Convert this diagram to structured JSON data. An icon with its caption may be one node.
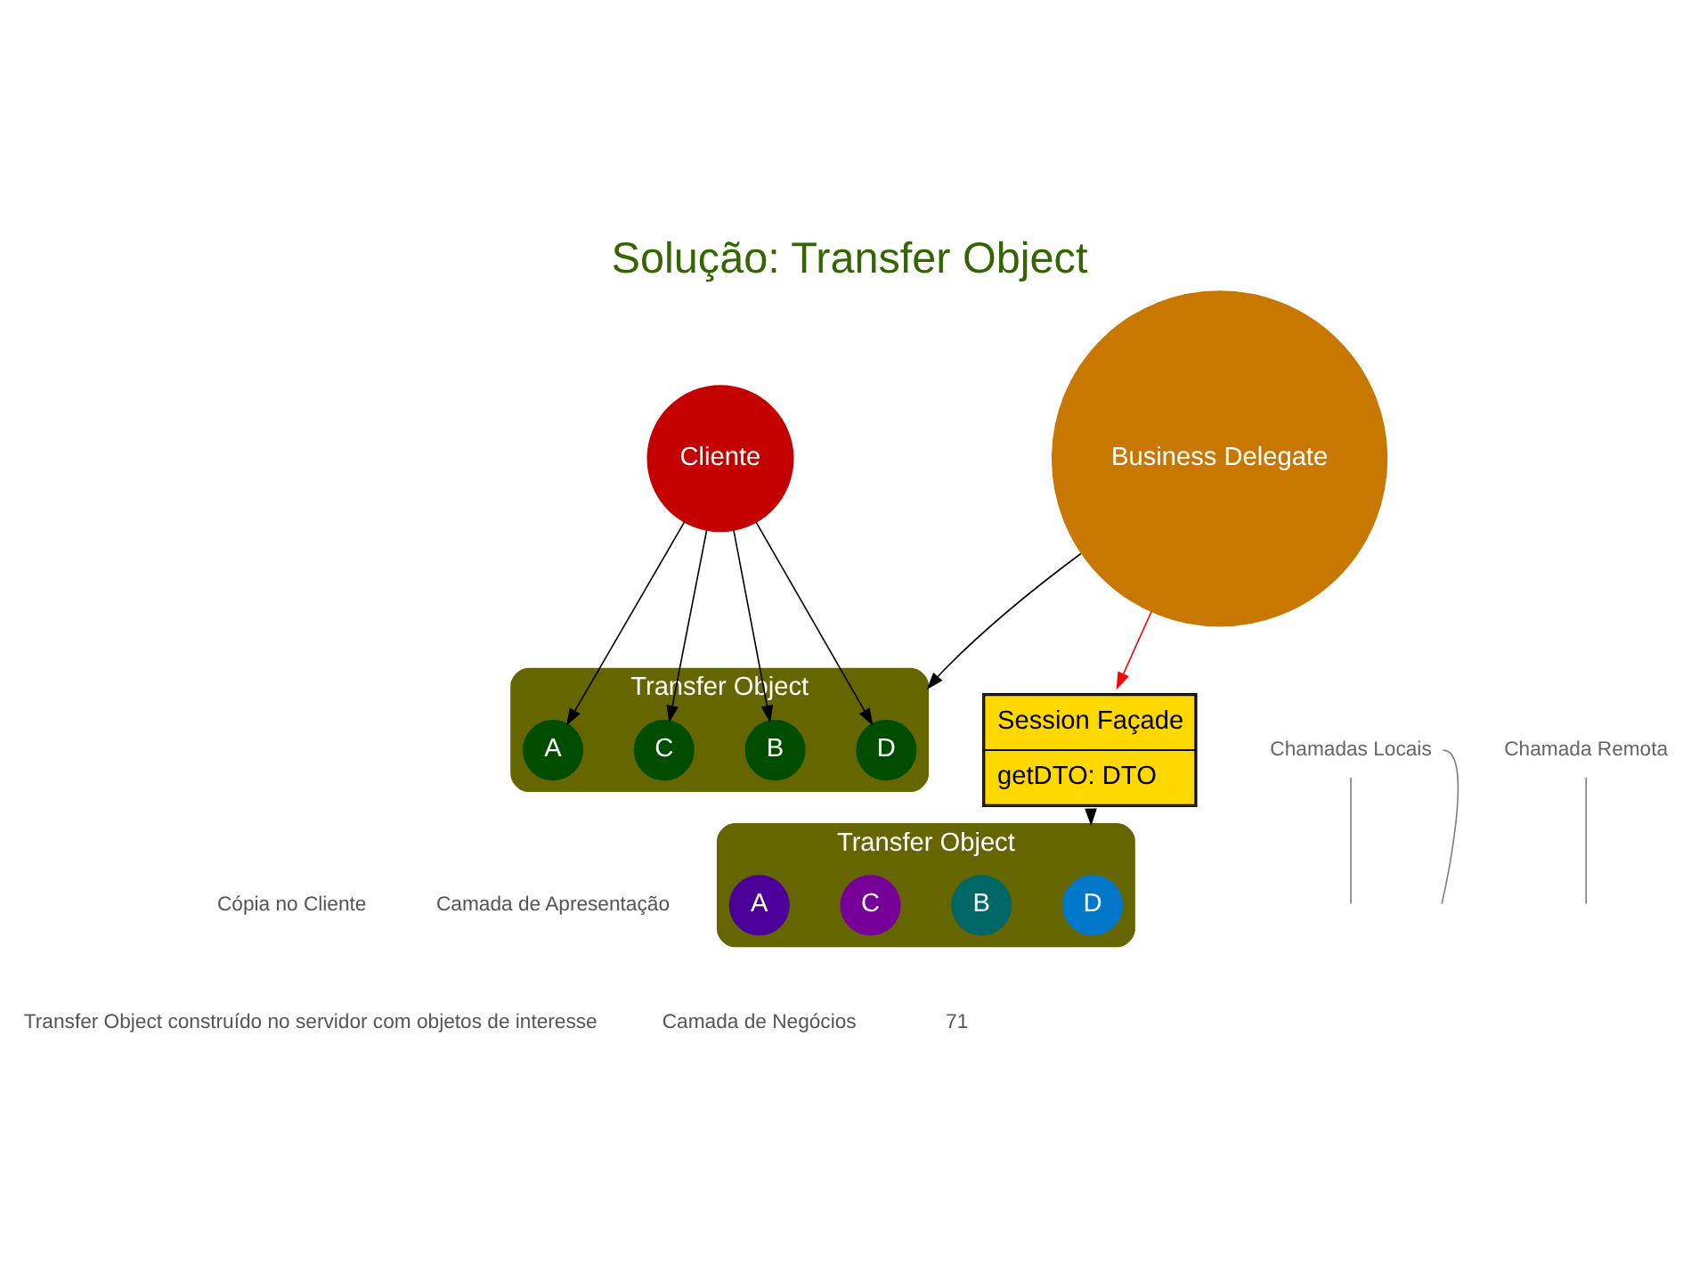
{
  "diagram": {
    "title": "Solução: Transfer Object",
    "nodes": [
      {
        "text": [
          "Business Delegate"
        ]
      },
      {
        "text": [
          "Transfer Object"
        ]
      },
      {
        "text": [
          "D"
        ],
        "in": 1
      },
      {
        "text": [
          "B"
        ],
        "in": 1
      },
      {
        "text": [
          "C"
        ],
        "in": 1
      },
      {
        "text": [
          "A"
        ],
        "in": 1
      },
      {
        "text": [
          "Cliente"
        ]
      },
      {
        "text": [
          "Session Façade",
          "getDTO: DTO"
        ]
      },
      {
        "text": [
          "Transfer Object"
        ]
      },
      {
        "text": [
          "D"
        ],
        "in": 8
      },
      {
        "text": [
          "B"
        ],
        "in": 8
      },
      {
        "text": [
          "C"
        ],
        "in": 8
      },
      {
        "text": [
          "A"
        ],
        "in": 8
      },
      {
        "text": [
          "Chamadas Locais"
        ]
      },
      {
        "text": [
          "Chamada Remota"
        ]
      }
    ],
    "edges": [
      {
        "from": 0,
        "to": 1,
        "arrow": "to"
      },
      {
        "from": 6,
        "to": 2,
        "arrow": "to"
      },
      {
        "from": 6,
        "to": 4,
        "arrow": "to"
      },
      {
        "from": 6,
        "to": 3,
        "arrow": "to"
      },
      {
        "from": 6,
        "to": 5,
        "arrow": "to"
      },
      {
        "from": 0,
        "to": 7,
        "arrow": "to",
        "color": "#ff0000"
      },
      {
        "from": 7,
        "to": 8,
        "arrow": "to"
      },
      {
        "from": 13,
        "to": null,
        "arrow": "none",
        "color": "#808080"
      },
      {
        "from": 13,
        "to": null,
        "arrow": "none",
        "color": "#808080"
      },
      {
        "from": 14,
        "to": null,
        "arrow": "none",
        "color": "#808080"
      }
    ],
    "labels": [
      "Cópia no Cliente",
      "Transfer Object construído no servidor com objetos de interesse",
      "Camada de Apresentação",
      "Camada de Negócios",
      "71"
    ]
  }
}
